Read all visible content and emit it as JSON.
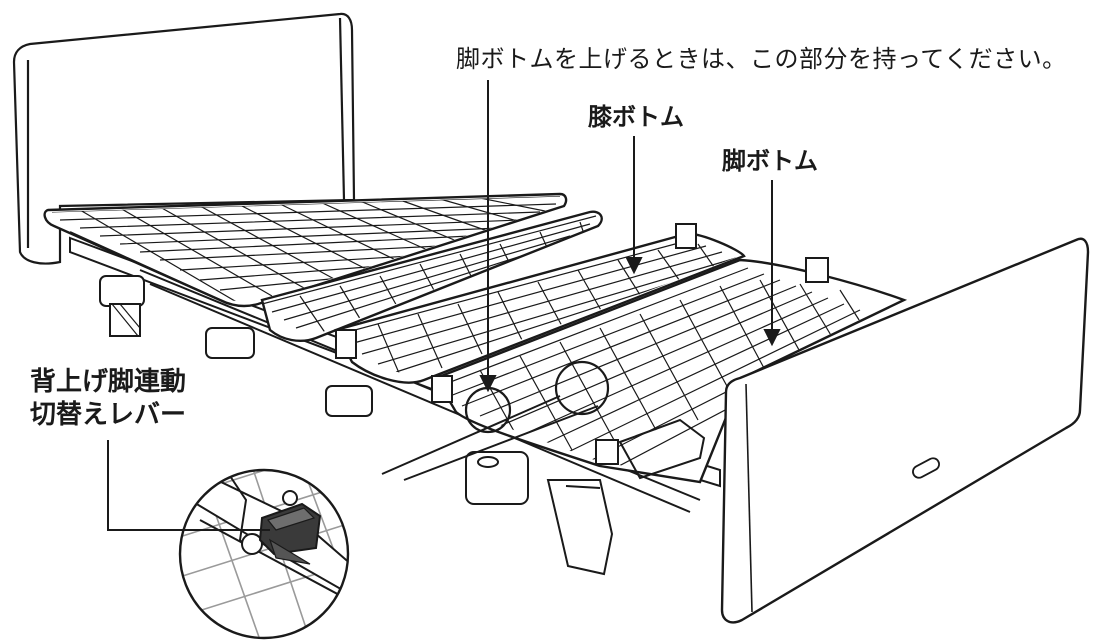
{
  "labels": {
    "lift_note": "脚ボトムを上げるときは、この部分を持ってください。",
    "knee_bottom": "膝ボトム",
    "leg_bottom": "脚ボトム",
    "lever_line1": "背上げ脚連動",
    "lever_line2": "切替えレバー"
  },
  "colors": {
    "line": "#1a1a1a",
    "panel_fill": "#ffffff",
    "inset_grid": "#9a9a9a",
    "lever_dark": "#3a3a3a"
  }
}
